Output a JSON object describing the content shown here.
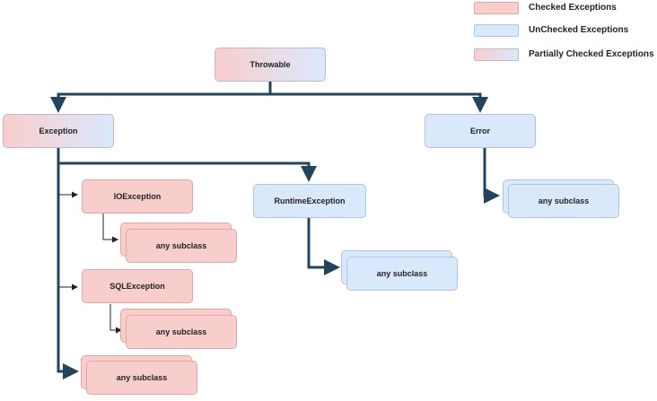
{
  "legend": {
    "checked": "Checked Exceptions",
    "unchecked": "UnChecked Exceptions",
    "partial": "Partially Checked Exceptions"
  },
  "nodes": {
    "throwable": "Throwable",
    "exception": "Exception",
    "error": "Error",
    "runtime_exception": "RuntimeException",
    "io_exception": "IOException",
    "sql_exception": "SQLException",
    "io_subclass": "any subclass",
    "sql_subclass": "any subclass",
    "exception_subclass": "any subclass",
    "runtime_subclass": "any subclass",
    "error_subclass": "any subclass"
  },
  "colors": {
    "checked_fill": "#f8cecc",
    "unchecked_fill": "#dae8fc",
    "connector": "#23445d"
  }
}
